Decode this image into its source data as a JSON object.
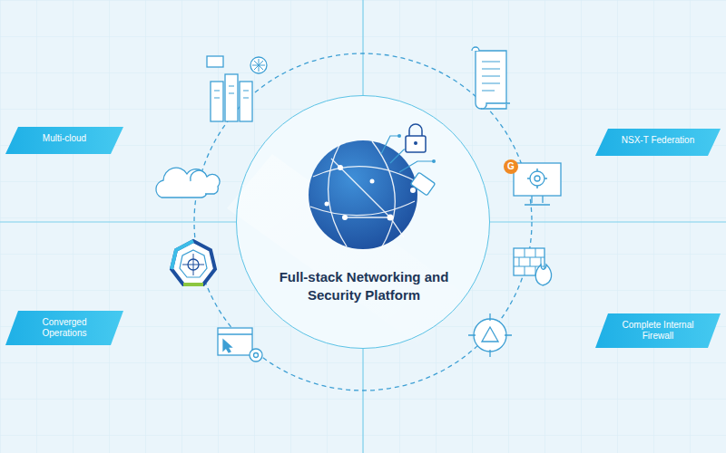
{
  "diagram": {
    "nodes": [
      {
        "text": [
          "Multi-cloud"
        ]
      },
      {
        "text": [
          "NSX-T Federation"
        ]
      },
      {
        "text": [
          "Full-stack Networking and Security Platform"
        ]
      },
      {
        "text": [
          "Converged Operations"
        ]
      },
      {
        "text": [
          "Complete Internal Firewall"
        ]
      }
    ],
    "labels": [
      "G"
    ]
  }
}
